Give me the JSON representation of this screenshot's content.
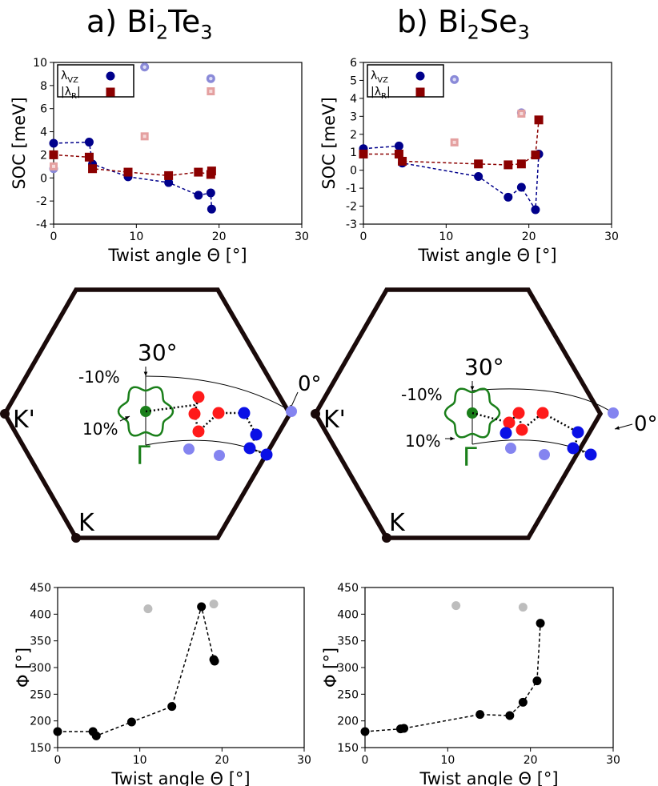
{
  "headers": [
    {
      "prefix": "a) Bi",
      "sub1": "2",
      "mid": "Te",
      "sub2": "3"
    },
    {
      "prefix": "b) Bi",
      "sub1": "2",
      "mid": "Se",
      "sub2": "3"
    }
  ],
  "colors": {
    "vz": "#00008b",
    "r": "#8b0000",
    "vz_faded": "#8a8ad8",
    "r_faded": "#e4a0a0",
    "phi": "#000000",
    "phi_faded": "#bdbdbd",
    "hexagon": "#1a0a0a",
    "gamma": "#1a7f1a",
    "red_points": "#ff1a1a",
    "blue_points": "#0a10e6",
    "light_blue_points": "#8484f0"
  },
  "chart_data": [
    {
      "id": "soc_bi2te3",
      "type": "scatter",
      "title": "",
      "xlabel": "Twist angle Θ [°]",
      "ylabel": "SOC [meV]",
      "xlim": [
        0,
        30
      ],
      "ylim": [
        -4,
        10
      ],
      "xticks": [
        0,
        10,
        20,
        30
      ],
      "yticks": [
        -4,
        -2,
        0,
        2,
        4,
        6,
        8,
        10
      ],
      "legend": {
        "position": "top-left",
        "entries": [
          {
            "label_main": "λ",
            "label_sub": "VZ",
            "marker": "circle",
            "series": "vz"
          },
          {
            "label_main": "|λ",
            "label_sub": "R",
            "label_end": "|",
            "marker": "square",
            "series": "r"
          }
        ]
      },
      "series": [
        {
          "key": "vz",
          "name": "λVZ",
          "marker": "circle",
          "line": "dashed",
          "x": [
            0,
            4.3,
            4.7,
            9,
            13.9,
            17.5,
            19,
            19.1
          ],
          "y": [
            3.0,
            3.1,
            1.2,
            0.1,
            -0.4,
            -1.5,
            -1.3,
            -2.7
          ],
          "faded": [
            {
              "x": 0,
              "y": 0.8
            },
            {
              "x": 11,
              "y": 9.6
            },
            {
              "x": 19,
              "y": 8.6
            }
          ]
        },
        {
          "key": "r",
          "name": "|λR|",
          "marker": "square",
          "line": "dashed",
          "x": [
            0,
            4.3,
            4.7,
            9,
            13.9,
            17.5,
            19,
            19.1
          ],
          "y": [
            2.0,
            1.8,
            0.8,
            0.5,
            0.2,
            0.5,
            0.3,
            0.6
          ],
          "faded": [
            {
              "x": 0,
              "y": 1.0
            },
            {
              "x": 11,
              "y": 3.6
            },
            {
              "x": 19,
              "y": 7.5
            }
          ]
        }
      ]
    },
    {
      "id": "soc_bi2se3",
      "type": "scatter",
      "title": "",
      "xlabel": "Twist angle Θ [°]",
      "ylabel": "SOC [meV]",
      "xlim": [
        0,
        30
      ],
      "ylim": [
        -3,
        6
      ],
      "xticks": [
        0,
        10,
        20,
        30
      ],
      "yticks": [
        -3,
        -2,
        -1,
        0,
        1,
        2,
        3,
        4,
        5,
        6
      ],
      "legend": {
        "position": "top-left",
        "entries": [
          {
            "label_main": "λ",
            "label_sub": "VZ",
            "marker": "circle",
            "series": "vz"
          },
          {
            "label_main": "|λ",
            "label_sub": "R",
            "label_end": "|",
            "marker": "square",
            "series": "r"
          }
        ]
      },
      "series": [
        {
          "key": "vz",
          "name": "λVZ",
          "marker": "circle",
          "line": "dashed",
          "x": [
            0,
            4.3,
            4.7,
            13.9,
            17.5,
            19.1,
            20.8,
            21.2
          ],
          "y": [
            1.2,
            1.35,
            0.4,
            -0.35,
            -1.5,
            -0.95,
            -2.2,
            0.9
          ],
          "faded": [
            {
              "x": 11,
              "y": 5.05
            },
            {
              "x": 19.1,
              "y": 3.2
            }
          ]
        },
        {
          "key": "r",
          "name": "|λR|",
          "marker": "square",
          "line": "dashed",
          "x": [
            0,
            4.3,
            4.7,
            13.9,
            17.5,
            19.1,
            20.8,
            21.2
          ],
          "y": [
            0.9,
            0.9,
            0.5,
            0.35,
            0.3,
            0.35,
            0.85,
            2.8
          ],
          "faded": [
            {
              "x": 11,
              "y": 1.55
            },
            {
              "x": 19.1,
              "y": 3.15
            }
          ]
        }
      ]
    },
    {
      "id": "phi_bi2te3",
      "type": "scatter",
      "title": "",
      "xlabel": "Twist angle Θ [°]",
      "ylabel": "Φ [°]",
      "xlim": [
        0,
        30
      ],
      "ylim": [
        150,
        450
      ],
      "xticks": [
        0,
        10,
        20,
        30
      ],
      "yticks": [
        150,
        200,
        250,
        300,
        350,
        400,
        450
      ],
      "series": [
        {
          "key": "phi",
          "marker": "circle",
          "line": "dashed",
          "x": [
            0,
            4.3,
            4.7,
            9,
            13.9,
            17.5,
            19,
            19.1
          ],
          "y": [
            180,
            180,
            172,
            198,
            227,
            414,
            315,
            312
          ],
          "faded": [
            {
              "x": 11,
              "y": 410
            },
            {
              "x": 19,
              "y": 419
            }
          ]
        }
      ]
    },
    {
      "id": "phi_bi2se3",
      "type": "scatter",
      "title": "",
      "xlabel": "Twist angle Θ [°]",
      "ylabel": "Φ [°]",
      "xlim": [
        0,
        30
      ],
      "ylim": [
        150,
        450
      ],
      "xticks": [
        0,
        10,
        20,
        30
      ],
      "yticks": [
        150,
        200,
        250,
        300,
        350,
        400,
        450
      ],
      "series": [
        {
          "key": "phi",
          "marker": "circle",
          "line": "dashed",
          "x": [
            0,
            4.3,
            4.7,
            13.9,
            17.5,
            19.1,
            20.8,
            21.2
          ],
          "y": [
            180,
            185,
            186,
            212,
            210,
            235,
            275,
            383
          ],
          "faded": [
            {
              "x": 11,
              "y": 416
            },
            {
              "x": 19.1,
              "y": 413
            }
          ]
        }
      ]
    }
  ],
  "bz_diagrams": [
    {
      "id": "bz_bi2te3",
      "labels": {
        "k_prime": "K'",
        "k": "K",
        "gamma": "Γ",
        "angle_30": "30°",
        "angle_0": "0°",
        "strain_neg": "-10%",
        "strain_pos": "10%"
      }
    },
    {
      "id": "bz_bi2se3",
      "labels": {
        "k_prime": "K'",
        "k": "K",
        "gamma": "Γ",
        "angle_30": "30°",
        "angle_0": "0°",
        "strain_neg": "-10%",
        "strain_pos": "10%"
      }
    }
  ]
}
